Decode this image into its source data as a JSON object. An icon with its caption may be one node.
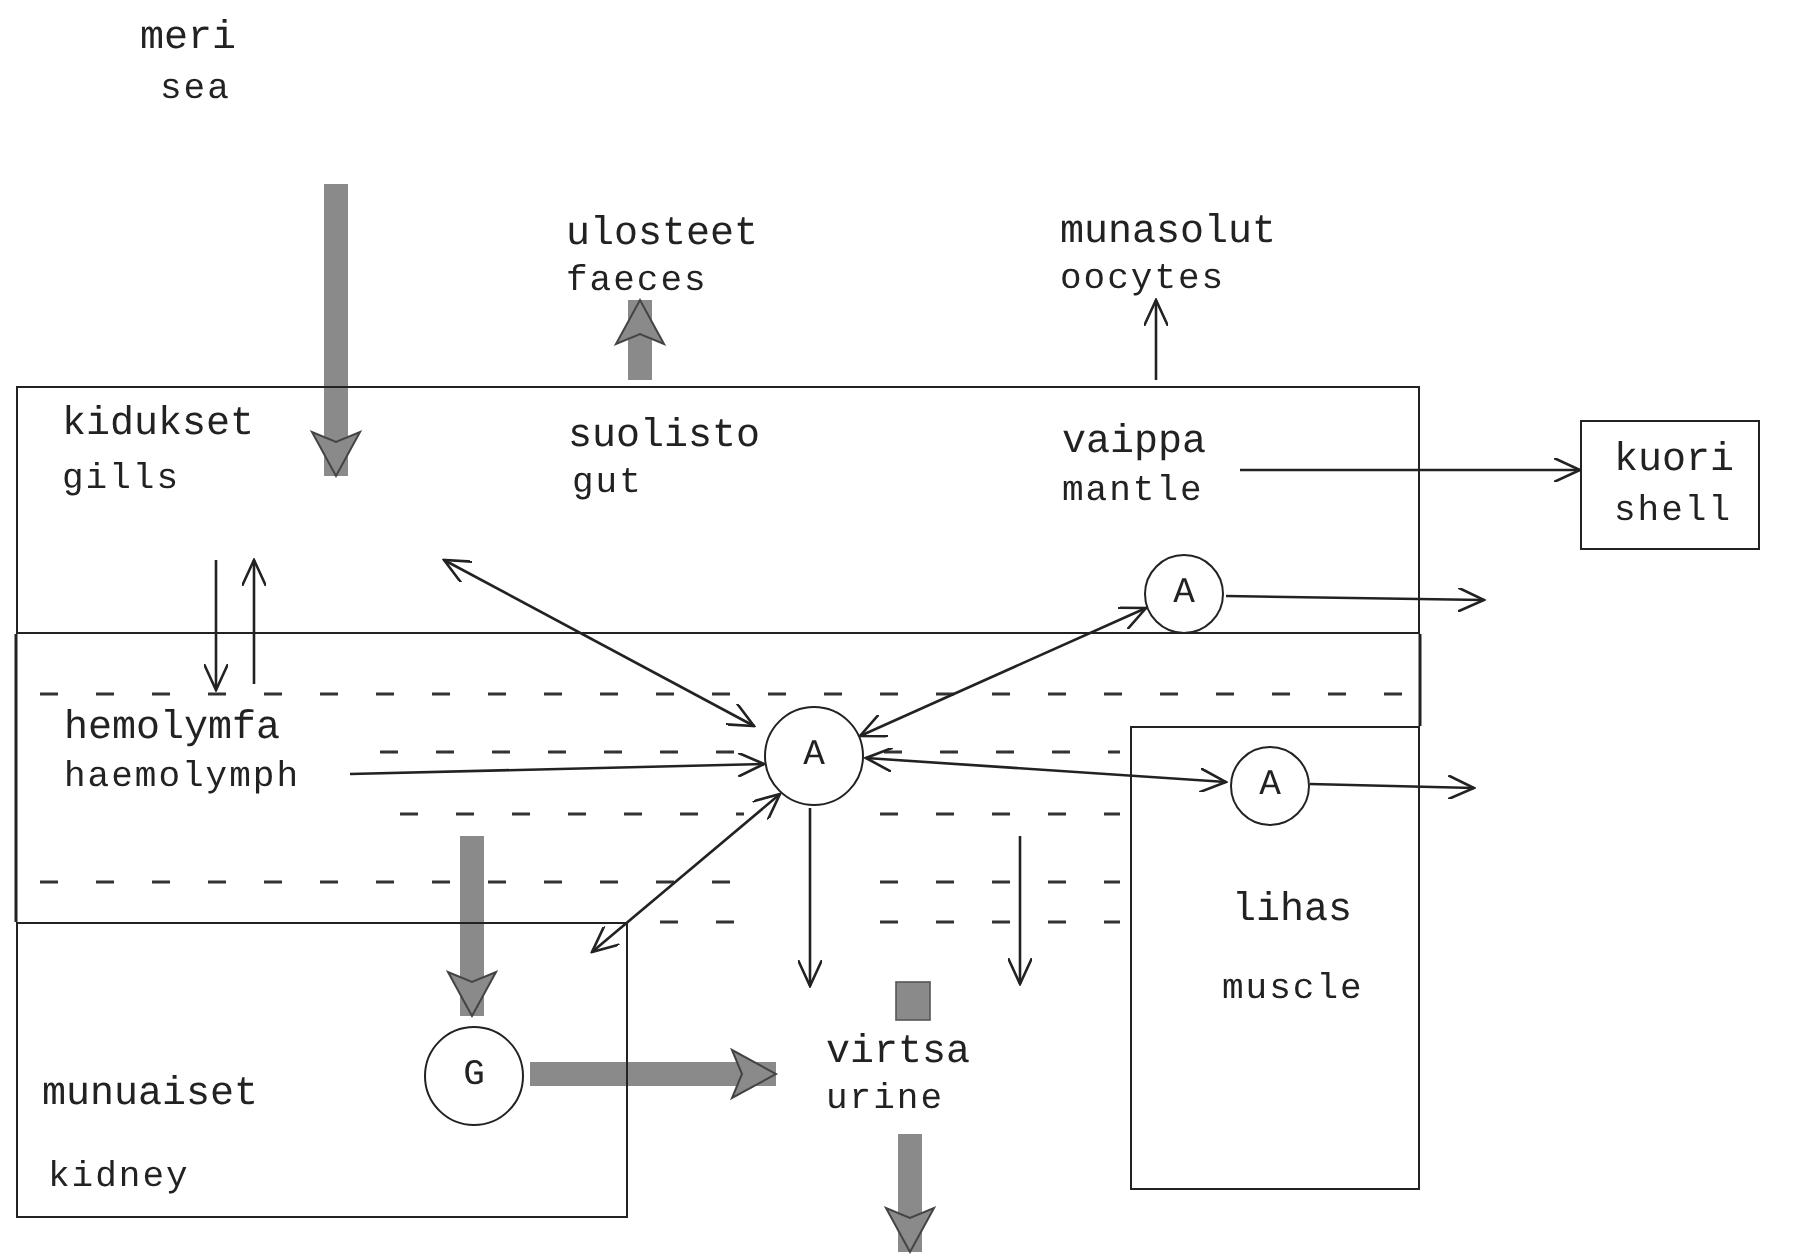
{
  "diagram": {
    "nodes": [
      {
        "text": [
          "meri",
          "sea"
        ]
      },
      {
        "text": [],
        "shape": "box"
      },
      {
        "text": [
          "kidukset",
          "gills"
        ],
        "in": 1
      },
      {
        "text": [
          "suolisto",
          "gut"
        ],
        "in": 1
      },
      {
        "text": [
          "vaippa",
          "mantle"
        ],
        "in": 1
      },
      {
        "text": [
          "A"
        ],
        "in": 1
      },
      {
        "text": [
          "ulosteet",
          "faeces"
        ]
      },
      {
        "text": [
          "munasolut",
          "oocytes"
        ]
      },
      {
        "text": [
          "kuori",
          "shell"
        ]
      },
      {
        "text": [
          "hemolymfa",
          "haemolymph"
        ]
      },
      {
        "text": [
          "A"
        ]
      },
      {
        "text": [
          "lihas",
          "muscle"
        ]
      },
      {
        "text": [
          "A"
        ],
        "in": 11
      },
      {
        "text": [
          "munuaiset",
          "kidney"
        ]
      },
      {
        "text": [
          "G"
        ],
        "in": 13
      },
      {
        "text": [
          "virtsa",
          "urine"
        ]
      }
    ],
    "edges": [
      {
        "from": 0,
        "to": 2,
        "arrow": "to",
        "style": "thick",
        "color": "#8a8a8a"
      },
      {
        "from": 3,
        "to": 6,
        "arrow": "to",
        "style": "thick",
        "color": "#8a8a8a"
      },
      {
        "from": 4,
        "to": 7,
        "arrow": "to"
      },
      {
        "from": 4,
        "to": 8,
        "arrow": "to"
      },
      {
        "from": 2,
        "to": 9,
        "arrow": "to"
      },
      {
        "from": 9,
        "to": 2,
        "arrow": "to"
      },
      {
        "from": 1,
        "to": 10,
        "arrow": "both"
      },
      {
        "from": 5,
        "to": 10,
        "arrow": "both"
      },
      {
        "from": 5,
        "to": null,
        "arrow": "to"
      },
      {
        "from": 9,
        "to": 10,
        "arrow": "to"
      },
      {
        "from": 10,
        "to": 12,
        "arrow": "both"
      },
      {
        "from": 12,
        "to": null,
        "arrow": "to"
      },
      {
        "from": 10,
        "to": 13,
        "arrow": "both"
      },
      {
        "from": null,
        "to": 14,
        "arrow": "to",
        "style": "thick",
        "color": "#8a8a8a"
      },
      {
        "from": 14,
        "to": 15,
        "arrow": "to",
        "style": "thick",
        "color": "#8a8a8a"
      },
      {
        "from": 15,
        "to": null,
        "arrow": "to",
        "style": "thick",
        "color": "#8a8a8a"
      },
      {
        "from": 10,
        "to": 15,
        "arrow": "to"
      }
    ]
  }
}
